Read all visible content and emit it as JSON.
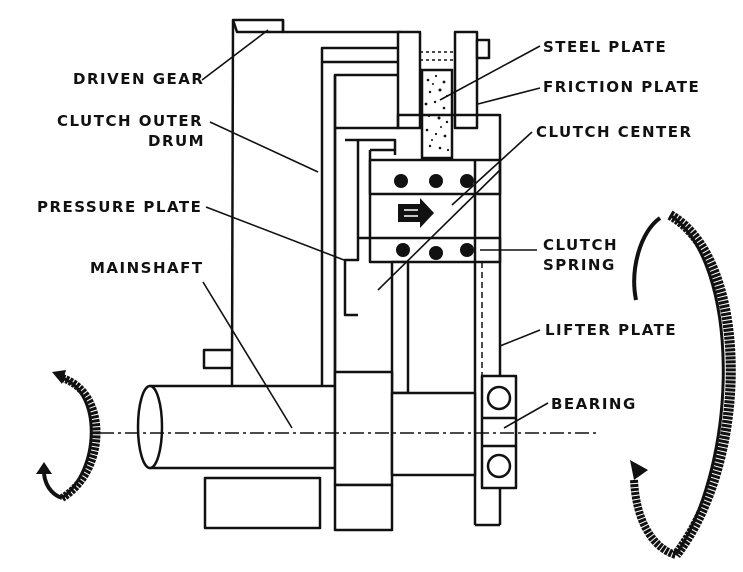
{
  "labels": {
    "driven_gear": "DRIVEN GEAR",
    "clutch_outer_drum_line1": "CLUTCH OUTER",
    "clutch_outer_drum_line2": "DRUM",
    "pressure_plate": "PRESSURE PLATE",
    "mainshaft": "MAINSHAFT",
    "steel_plate": "STEEL PLATE",
    "friction_plate": "FRICTION PLATE",
    "clutch_center": "CLUTCH CENTER",
    "clutch_spring_line1": "CLUTCH",
    "clutch_spring_line2": "SPRING",
    "lifter_plate": "LIFTER PLATE",
    "bearing": "BEARING"
  },
  "icons": {
    "left_rotation": "rotation-arrow-icon",
    "right_rotation": "rotation-arrow-icon",
    "push_arrow": "arrow-right-icon"
  }
}
